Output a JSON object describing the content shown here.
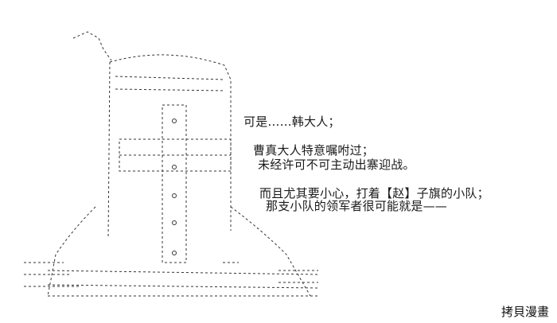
{
  "dialogue": [
    "可是……韩大人；",
    "曹真大人特意嘱咐过；",
    "未经许可不可主动出寨迎战。",
    "而且尤其要小心，打着【赵】子旗的小队；",
    "那支小队的领军者很可能就是——"
  ],
  "watermark": "拷貝漫畫"
}
